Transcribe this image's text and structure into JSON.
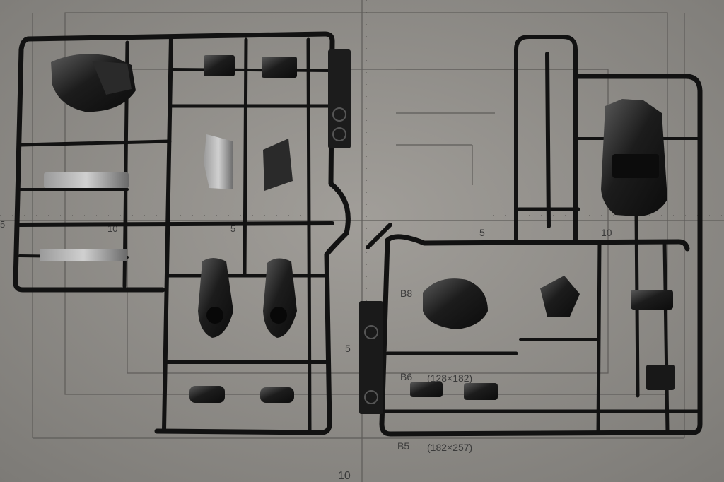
{
  "photo": {
    "subject": "Two black plastic model kit runners on a grey cutting mat",
    "mat_color": "#8c8a86",
    "runner_color": "#141414"
  },
  "mat_labels": {
    "left_edge_number": "5",
    "top_ruler_5": "5",
    "top_ruler_10_left": "10",
    "center_ruler_5": "5",
    "right_ruler_10": "10",
    "vertical_ruler_5": "5",
    "vertical_ruler_10": "10",
    "paper_size_b8": "B8",
    "paper_size_b6": "B6",
    "paper_size_b6_dims": "(128×182)",
    "paper_size_b5": "B5",
    "paper_size_b5_dims": "(182×257)"
  }
}
